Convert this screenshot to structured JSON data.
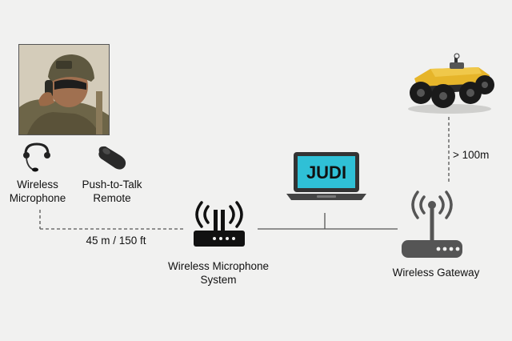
{
  "labels": {
    "mic": "Wireless\nMicrophone",
    "ptt": "Push-to-Talk\nRemote",
    "distance_short": "45 m / 150 ft",
    "mic_system": "Wireless Microphone\nSystem",
    "gateway": "Wireless Gateway",
    "distance_long": "> 100m",
    "laptop_screen": "JUDI"
  },
  "icons": {
    "soldier": "soldier-photo",
    "headset": "headset-microphone-icon",
    "remote": "push-to-talk-remote-icon",
    "mic_system": "wireless-transmitter-icon",
    "laptop": "laptop-icon",
    "gateway": "wireless-router-icon",
    "robot": "ground-robot-icon"
  },
  "colors": {
    "screen": "#2fc0d6",
    "robot_body": "#e6b52a",
    "line": "#555555",
    "text": "#111111"
  }
}
